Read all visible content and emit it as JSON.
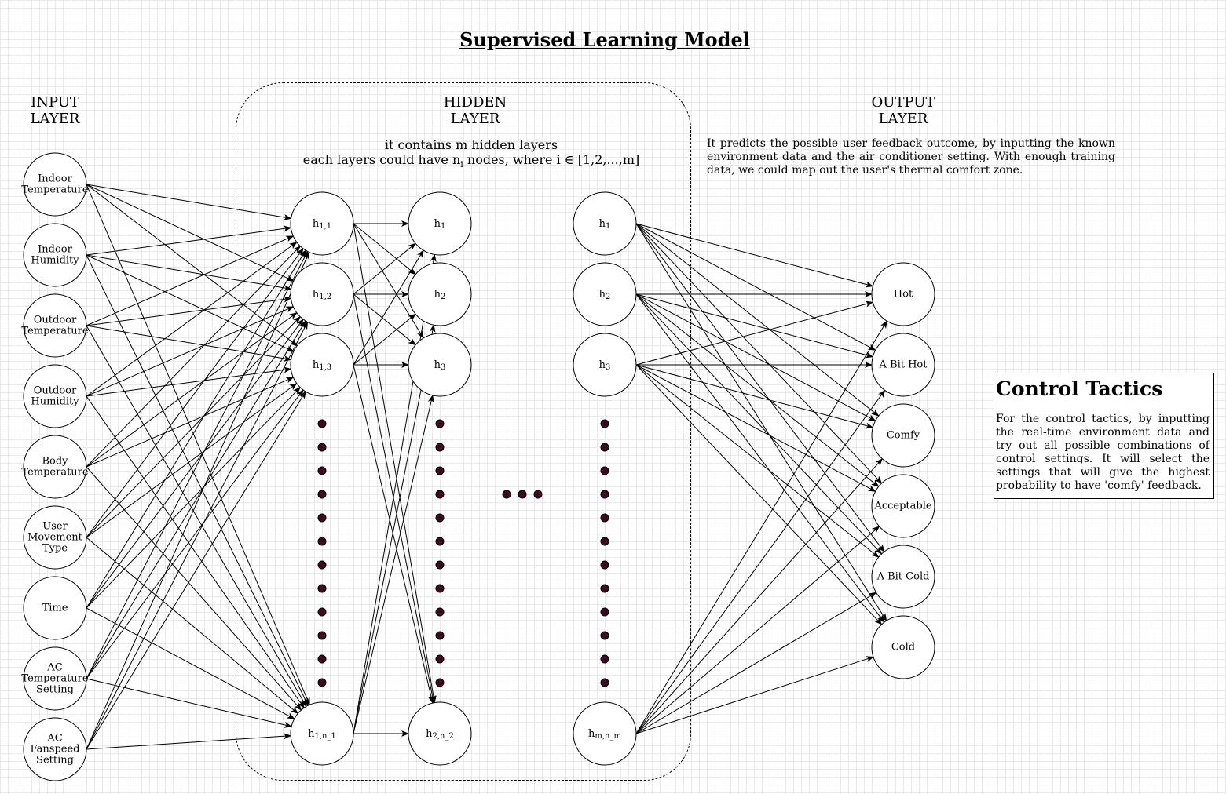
{
  "title": "Supervised Learning Model",
  "input_layer": {
    "label_line1": "INPUT",
    "label_line2": "LAYER",
    "nodes": [
      [
        "Indoor",
        "Temperature"
      ],
      [
        "Indoor",
        "Humidity"
      ],
      [
        "Outdoor",
        "Temperature"
      ],
      [
        "Outdoor",
        "Humidity"
      ],
      [
        "Body",
        "Temperature"
      ],
      [
        "User",
        "Movement",
        "Type"
      ],
      [
        "Time"
      ],
      [
        "AC",
        "Temperature",
        "Setting"
      ],
      [
        "AC",
        "Fanspeed",
        "Setting"
      ]
    ]
  },
  "hidden_layer": {
    "label_line1": "HIDDEN",
    "label_line2": "LAYER",
    "desc_line1": "it contains m hidden layers",
    "desc_line2_prefix": "each layers could have n",
    "desc_line2_sub": "i",
    "desc_line2_suffix": " nodes, where i ∈ [1,2,...,m]",
    "column1": [
      {
        "base": "h",
        "sub": "1,1"
      },
      {
        "base": "h",
        "sub": "1,2"
      },
      {
        "base": "h",
        "sub": "1,3"
      },
      {
        "base": "h",
        "sub": "1,n_1"
      }
    ],
    "column2": [
      {
        "base": "h",
        "sub": "1"
      },
      {
        "base": "h",
        "sub": "2"
      },
      {
        "base": "h",
        "sub": "3"
      },
      {
        "base": "h",
        "sub": "2,n_2"
      }
    ],
    "column3": [
      {
        "base": "h",
        "sub": "1"
      },
      {
        "base": "h",
        "sub": "2"
      },
      {
        "base": "h",
        "sub": "3"
      },
      {
        "base": "h",
        "sub": "m,n_m"
      }
    ]
  },
  "output_layer": {
    "label_line1": "OUTPUT",
    "label_line2": "LAYER",
    "description": "It predicts the possible user feedback outcome, by inputting the known environment data and the air conditioner setting. With enough training data, we could map out the user's thermal comfort zone.",
    "nodes": [
      "Hot",
      "A Bit Hot",
      "Comfy",
      "Acceptable",
      "A Bit Cold",
      "Cold"
    ]
  },
  "control_tactics": {
    "title": "Control Tactics",
    "body": "For the control tactics, by inputting the real-time environment data and try out all possible combinations of control settings. It will select the settings that will give the highest probability to have 'comfy' feedback."
  },
  "colors": {
    "dot_fill": "#3d0a22",
    "line": "#000000",
    "grid": "#e9e9e9"
  }
}
